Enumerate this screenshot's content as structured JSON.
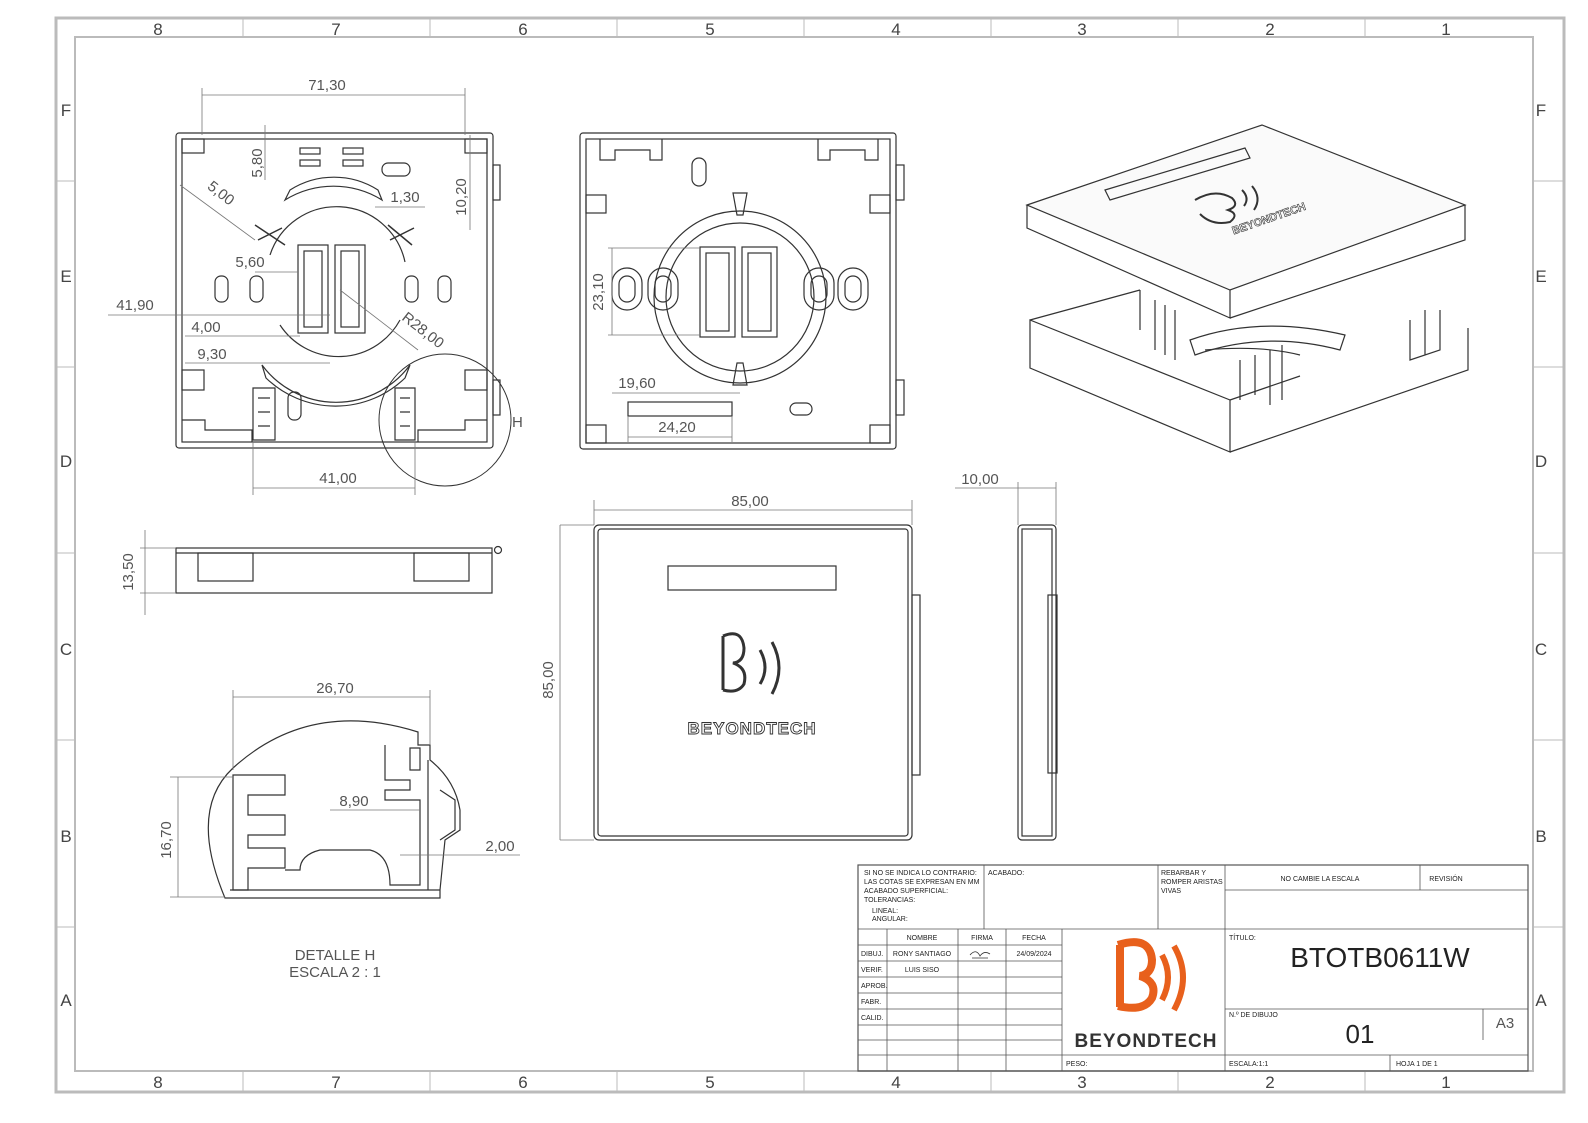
{
  "zones": {
    "columns": [
      "8",
      "7",
      "6",
      "5",
      "4",
      "3",
      "2",
      "1"
    ],
    "rows": [
      "F",
      "E",
      "D",
      "C",
      "B",
      "A"
    ]
  },
  "dimensions": {
    "d_71_30": "71,30",
    "d_5_80": "5,80",
    "d_1_30": "1,30",
    "d_10_20": "10,20",
    "d_5_00": "5,00",
    "d_5_60": "5,60",
    "d_41_90": "41,90",
    "d_4_00": "4,00",
    "d_r28_00": "R28,00",
    "d_9_30": "9,30",
    "d_41_00": "41,00",
    "d_23_10": "23,10",
    "d_19_60": "19,60",
    "d_24_20": "24,20",
    "d_13_50": "13,50",
    "d_85_00_w": "85,00",
    "d_85_00_h": "85,00",
    "d_10_00": "10,00",
    "d_26_70": "26,70",
    "d_16_70": "16,70",
    "d_8_90": "8,90",
    "d_2_00": "2,00"
  },
  "detail": {
    "marker": "H",
    "title": "DETALLE H",
    "scale": "ESCALA 2 : 1"
  },
  "brand": {
    "name": "BEYONDTECH",
    "accent": "#e8601c"
  },
  "title_block": {
    "notes": [
      "SI NO SE INDICA LO CONTRARIO:",
      "LAS COTAS SE EXPRESAN EN MM",
      "ACABADO SUPERFICIAL:",
      "TOLERANCIAS:",
      "LINEAL:",
      "ANGULAR:"
    ],
    "acabado": "ACABADO:",
    "rebarbar": [
      "REBARBAR Y",
      "ROMPER ARISTAS",
      "VIVAS"
    ],
    "no_cambie": "NO CAMBIE LA ESCALA",
    "revision": "REVISIÓN",
    "col_nombre": "NOMBRE",
    "col_firma": "FIRMA",
    "col_fecha": "FECHA",
    "rows": [
      {
        "label": "DIBUJ.",
        "nombre": "RONY SANTIAGO",
        "fecha": "24/09/2024"
      },
      {
        "label": "VERIF.",
        "nombre": "LUIS SISO",
        "fecha": ""
      },
      {
        "label": "APROB.",
        "nombre": "",
        "fecha": ""
      },
      {
        "label": "FABR.",
        "nombre": "",
        "fecha": ""
      },
      {
        "label": "CALID.",
        "nombre": "",
        "fecha": ""
      }
    ],
    "titulo_label": "TÍTULO:",
    "titulo": "BTOTB0611W",
    "n_dibujo_label": "N.º DE DIBUJO",
    "n_dibujo": "01",
    "format": "A3",
    "peso": "PESO:",
    "escala": "ESCALA:1:1",
    "hoja": "HOJA 1 DE 1"
  }
}
